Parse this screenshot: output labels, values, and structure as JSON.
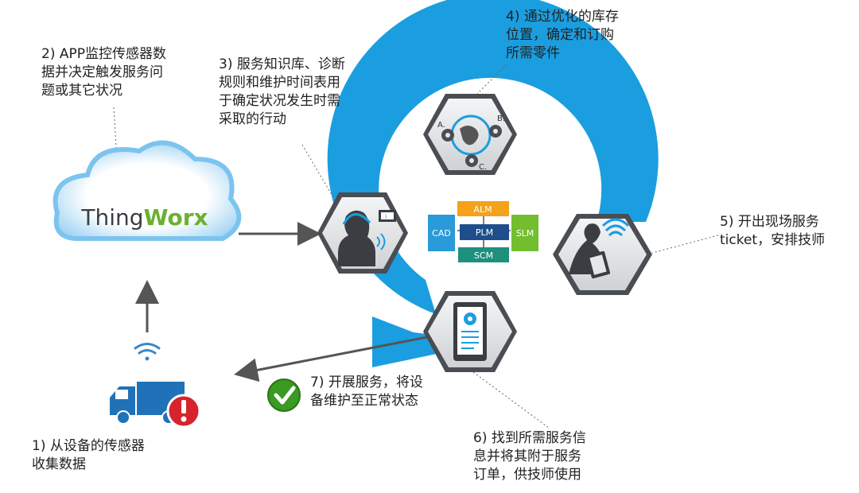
{
  "cloud": {
    "logo_part1": "Thing",
    "logo_part2": "Worx"
  },
  "pipeline": {
    "center": "PLM",
    "top": "ALM",
    "left": "CAD",
    "right": "SLM",
    "bottom": "SCM"
  },
  "step_icon_letters": {
    "a": "A.",
    "b": "B.",
    "c": "C."
  },
  "captions": {
    "step1": "1) 从设备的传感器\n收集数据",
    "step2": "2) APP监控传感器数\n据并决定触发服务问\n题或其它状况",
    "step3": "3) 服务知识库、诊断\n规则和维护时间表用\n于确定状况发生时需\n采取的行动",
    "step4": "4) 通过优化的库存\n位置，确定和订购\n所需零件",
    "step5": "5) 开出现场服务\nticket，安排技师",
    "step6": "6) 找到所需服务信\n息并将其附于服务\n订单，供技师使用",
    "step7": "7) 开展服务，将设\n备维护至正常状态"
  },
  "colors": {
    "ring_blue": "#1a9ee0",
    "hex_dark": "#4a4d52",
    "hex_light": "#e6e7e9",
    "alm_orange": "#f3a21a",
    "cad_blue": "#2a9ad8",
    "slm_green": "#72be2e",
    "scm_teal": "#1f8f7e",
    "plm_navy": "#1e4f8c",
    "truck_blue": "#1f72b8",
    "alert_red": "#d7242c",
    "check_green": "#3a9a22"
  }
}
